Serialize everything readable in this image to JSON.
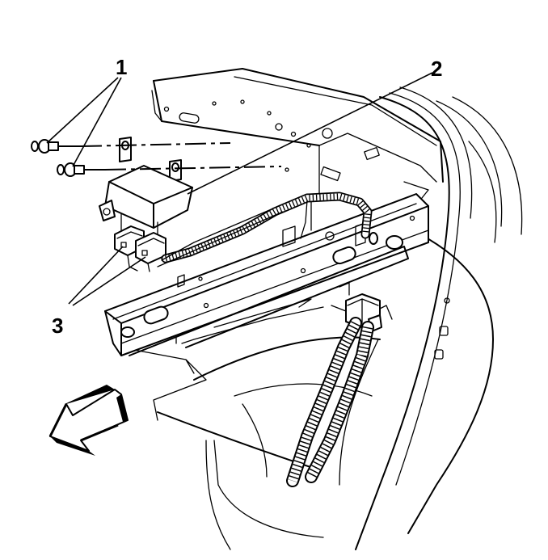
{
  "callouts": {
    "fastener": "1",
    "module": "2",
    "connector": "3"
  },
  "icons": {
    "direction": "front-arrow-icon"
  },
  "colors": {
    "line": "#000000",
    "background": "#ffffff"
  }
}
